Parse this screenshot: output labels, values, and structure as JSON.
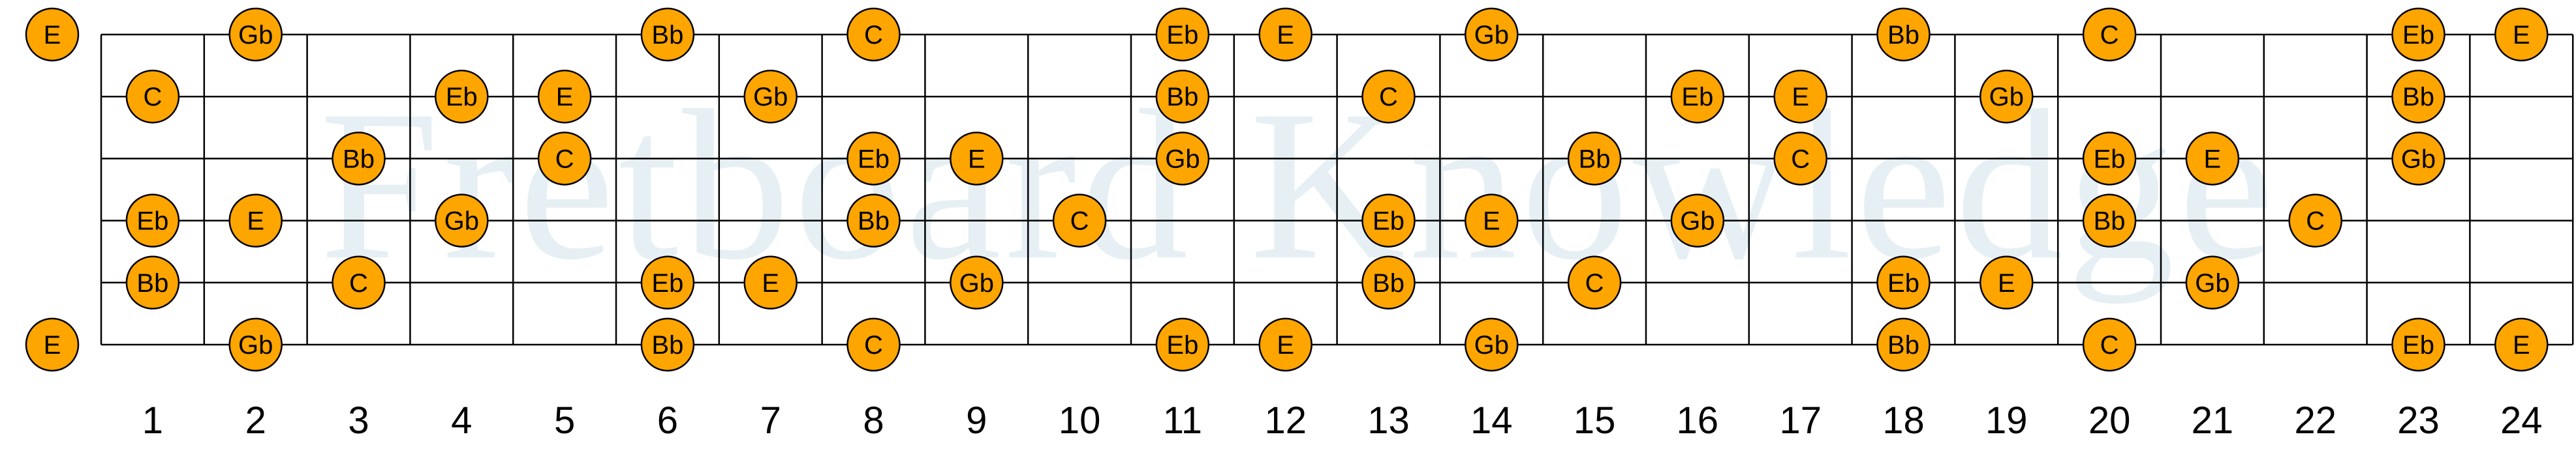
{
  "watermark": "Fretboard Knowledge",
  "colors": {
    "note_fill": "#ffa500",
    "note_stroke": "#000000",
    "line": "#000000",
    "watermark": "#e6eff4",
    "background": "#ffffff"
  },
  "fret_numbers": [
    "1",
    "2",
    "3",
    "4",
    "5",
    "6",
    "7",
    "8",
    "9",
    "10",
    "11",
    "12",
    "13",
    "14",
    "15",
    "16",
    "17",
    "18",
    "19",
    "20",
    "21",
    "22",
    "23",
    "24"
  ],
  "strings": [
    {
      "open": "E",
      "frets": [
        "",
        "Gb",
        "",
        "",
        "",
        "Bb",
        "",
        "C",
        "",
        "",
        "Eb",
        "E",
        "",
        "Gb",
        "",
        "",
        "",
        "Bb",
        "",
        "C",
        "",
        "",
        "Eb",
        "E"
      ]
    },
    {
      "open": "",
      "frets": [
        "C",
        "",
        "",
        "Eb",
        "E",
        "",
        "Gb",
        "",
        "",
        "",
        "Bb",
        "",
        "C",
        "",
        "",
        "Eb",
        "E",
        "",
        "Gb",
        "",
        "",
        "",
        "Bb",
        ""
      ]
    },
    {
      "open": "",
      "frets": [
        "",
        "",
        "Bb",
        "",
        "C",
        "",
        "",
        "Eb",
        "E",
        "",
        "Gb",
        "",
        "",
        "",
        "Bb",
        "",
        "C",
        "",
        "",
        "Eb",
        "E",
        "",
        "Gb",
        ""
      ]
    },
    {
      "open": "",
      "frets": [
        "Eb",
        "E",
        "",
        "Gb",
        "",
        "",
        "",
        "Bb",
        "",
        "C",
        "",
        "",
        "Eb",
        "E",
        "",
        "Gb",
        "",
        "",
        "",
        "Bb",
        "",
        "C",
        "",
        ""
      ]
    },
    {
      "open": "",
      "frets": [
        "Bb",
        "",
        "C",
        "",
        "",
        "Eb",
        "E",
        "",
        "Gb",
        "",
        "",
        "",
        "Bb",
        "",
        "C",
        "",
        "",
        "Eb",
        "E",
        "",
        "Gb",
        "",
        "",
        ""
      ]
    },
    {
      "open": "E",
      "frets": [
        "",
        "Gb",
        "",
        "",
        "",
        "Bb",
        "",
        "C",
        "",
        "",
        "Eb",
        "E",
        "",
        "Gb",
        "",
        "",
        "",
        "Bb",
        "",
        "C",
        "",
        "",
        "Eb",
        "E"
      ]
    }
  ]
}
